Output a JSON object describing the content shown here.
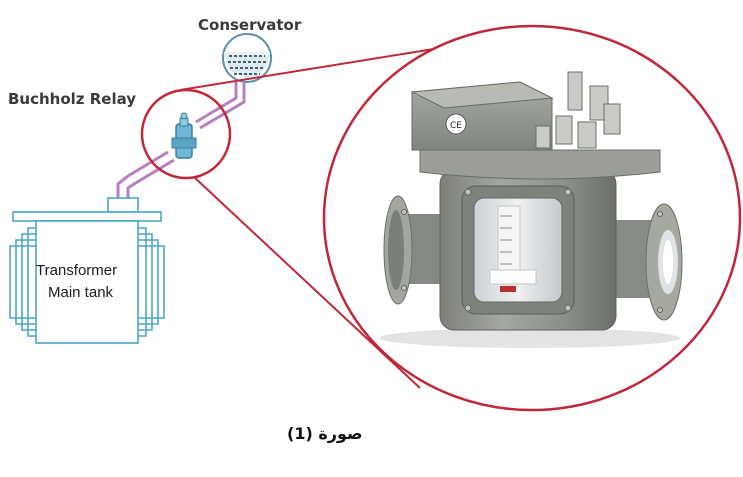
{
  "labels": {
    "conservator": "Conservator",
    "buchholz_relay": "Buchholz Relay",
    "tank_line1": "Transformer",
    "tank_line2": "Main tank",
    "relay_mark": "CE"
  },
  "caption": "صورة (1)",
  "colors": {
    "highlight_circle": "#c0283a",
    "pipe": "#b77fc0",
    "tank_outline": "#4aa6c8",
    "relay_body": "#8f938c"
  }
}
